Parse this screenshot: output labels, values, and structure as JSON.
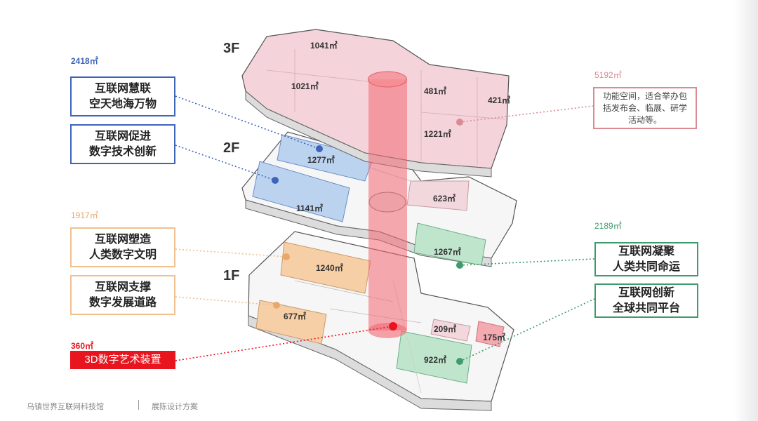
{
  "floors": {
    "f3": "3F",
    "f2": "2F",
    "f1": "1F"
  },
  "room_areas": {
    "r1041": "1041㎡",
    "r1021": "1021㎡",
    "r481": "481㎡",
    "r421": "421㎡",
    "r1221": "1221㎡",
    "r1277": "1277㎡",
    "r1141": "1141㎡",
    "r623": "623㎡",
    "r1267": "1267㎡",
    "r1240": "1240㎡",
    "r677": "677㎡",
    "r209": "209㎡",
    "r175": "175㎡",
    "r922": "922㎡"
  },
  "zone_areas": {
    "blue": "2418㎡",
    "pink": "5192㎡",
    "orange": "1917㎡",
    "green": "2189㎡",
    "red": "360㎡"
  },
  "labels": {
    "blue1": "互联网慧联\n空天地海万物",
    "blue2": "互联网促进\n数字技术创新",
    "orange1": "互联网塑造\n人类数字文明",
    "orange2": "互联网支撑\n数字发展道路",
    "red": "3D数字艺术装置",
    "pink": "功能空间，适合举办包\n括发布会、临展、研学\n活动等。",
    "green1": "互联网凝聚\n人类共同命运",
    "green2": "互联网创新\n全球共同平台"
  },
  "footer": {
    "left": "乌镇世界互联网科技馆",
    "right": "展陈设计方案"
  },
  "colors": {
    "blue": "#3d64b8",
    "orange": "#f0c08f",
    "green": "#3f9b6b",
    "pink": "#d98b93",
    "red": "#e8141e"
  }
}
